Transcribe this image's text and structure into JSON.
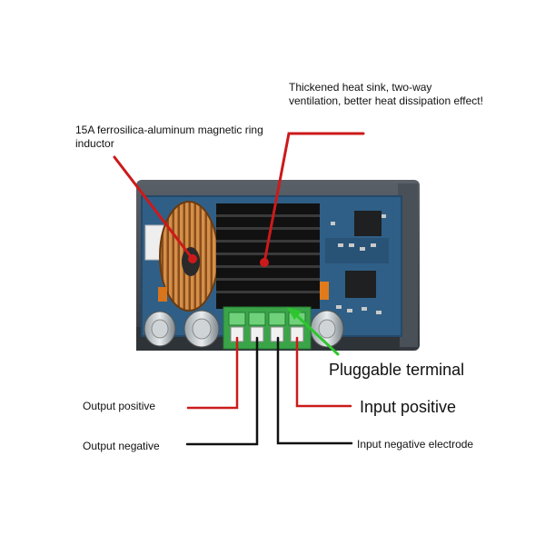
{
  "labels": {
    "heatsink": "Thickened heat sink, two-way ventilation, better heat dissipation effect!",
    "inductor": "15A ferrosilica-aluminum magnetic ring inductor",
    "pluggable_terminal": "Pluggable terminal",
    "output_positive": "Output positive",
    "input_positive": "Input positive",
    "output_negative": "Output negative",
    "input_negative": "Input negative electrode"
  },
  "colors": {
    "pcb": "#2f5f86",
    "heatsink": "#111111",
    "callout_red": "#cc1a1a",
    "callout_green": "#2ec62e",
    "callout_black": "#111111",
    "terminal": "#3aa548",
    "copper": "#b8702a"
  }
}
